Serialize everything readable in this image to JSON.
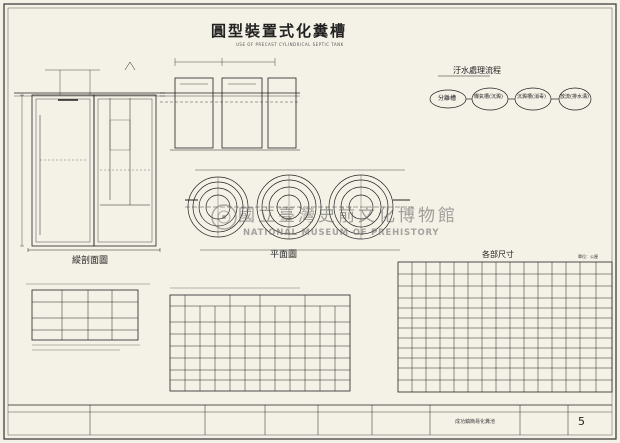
{
  "drawing": {
    "title": "圓型裝置式化糞槽",
    "subtitle": "USE OF PRECAST CYLINDRICAL SEPTIC TANK",
    "label_section": "縱剖面圖",
    "label_plan": "平面圖",
    "label_flow": "汙水處理流程",
    "label_dims": "各部尺寸",
    "flow_steps": [
      "分離槽",
      "曝氣槽(沉澱)",
      "沉澱槽(消毒)",
      "放流(排水溝)"
    ],
    "watermark_cn": "國立臺灣史前文化博物館",
    "watermark_en": "NATIONAL MUSEUM OF PREHISTORY",
    "legend_note": "單位：公厘",
    "sheet_number": "5",
    "titleblock_name": "成功鎮簡易化糞池"
  }
}
